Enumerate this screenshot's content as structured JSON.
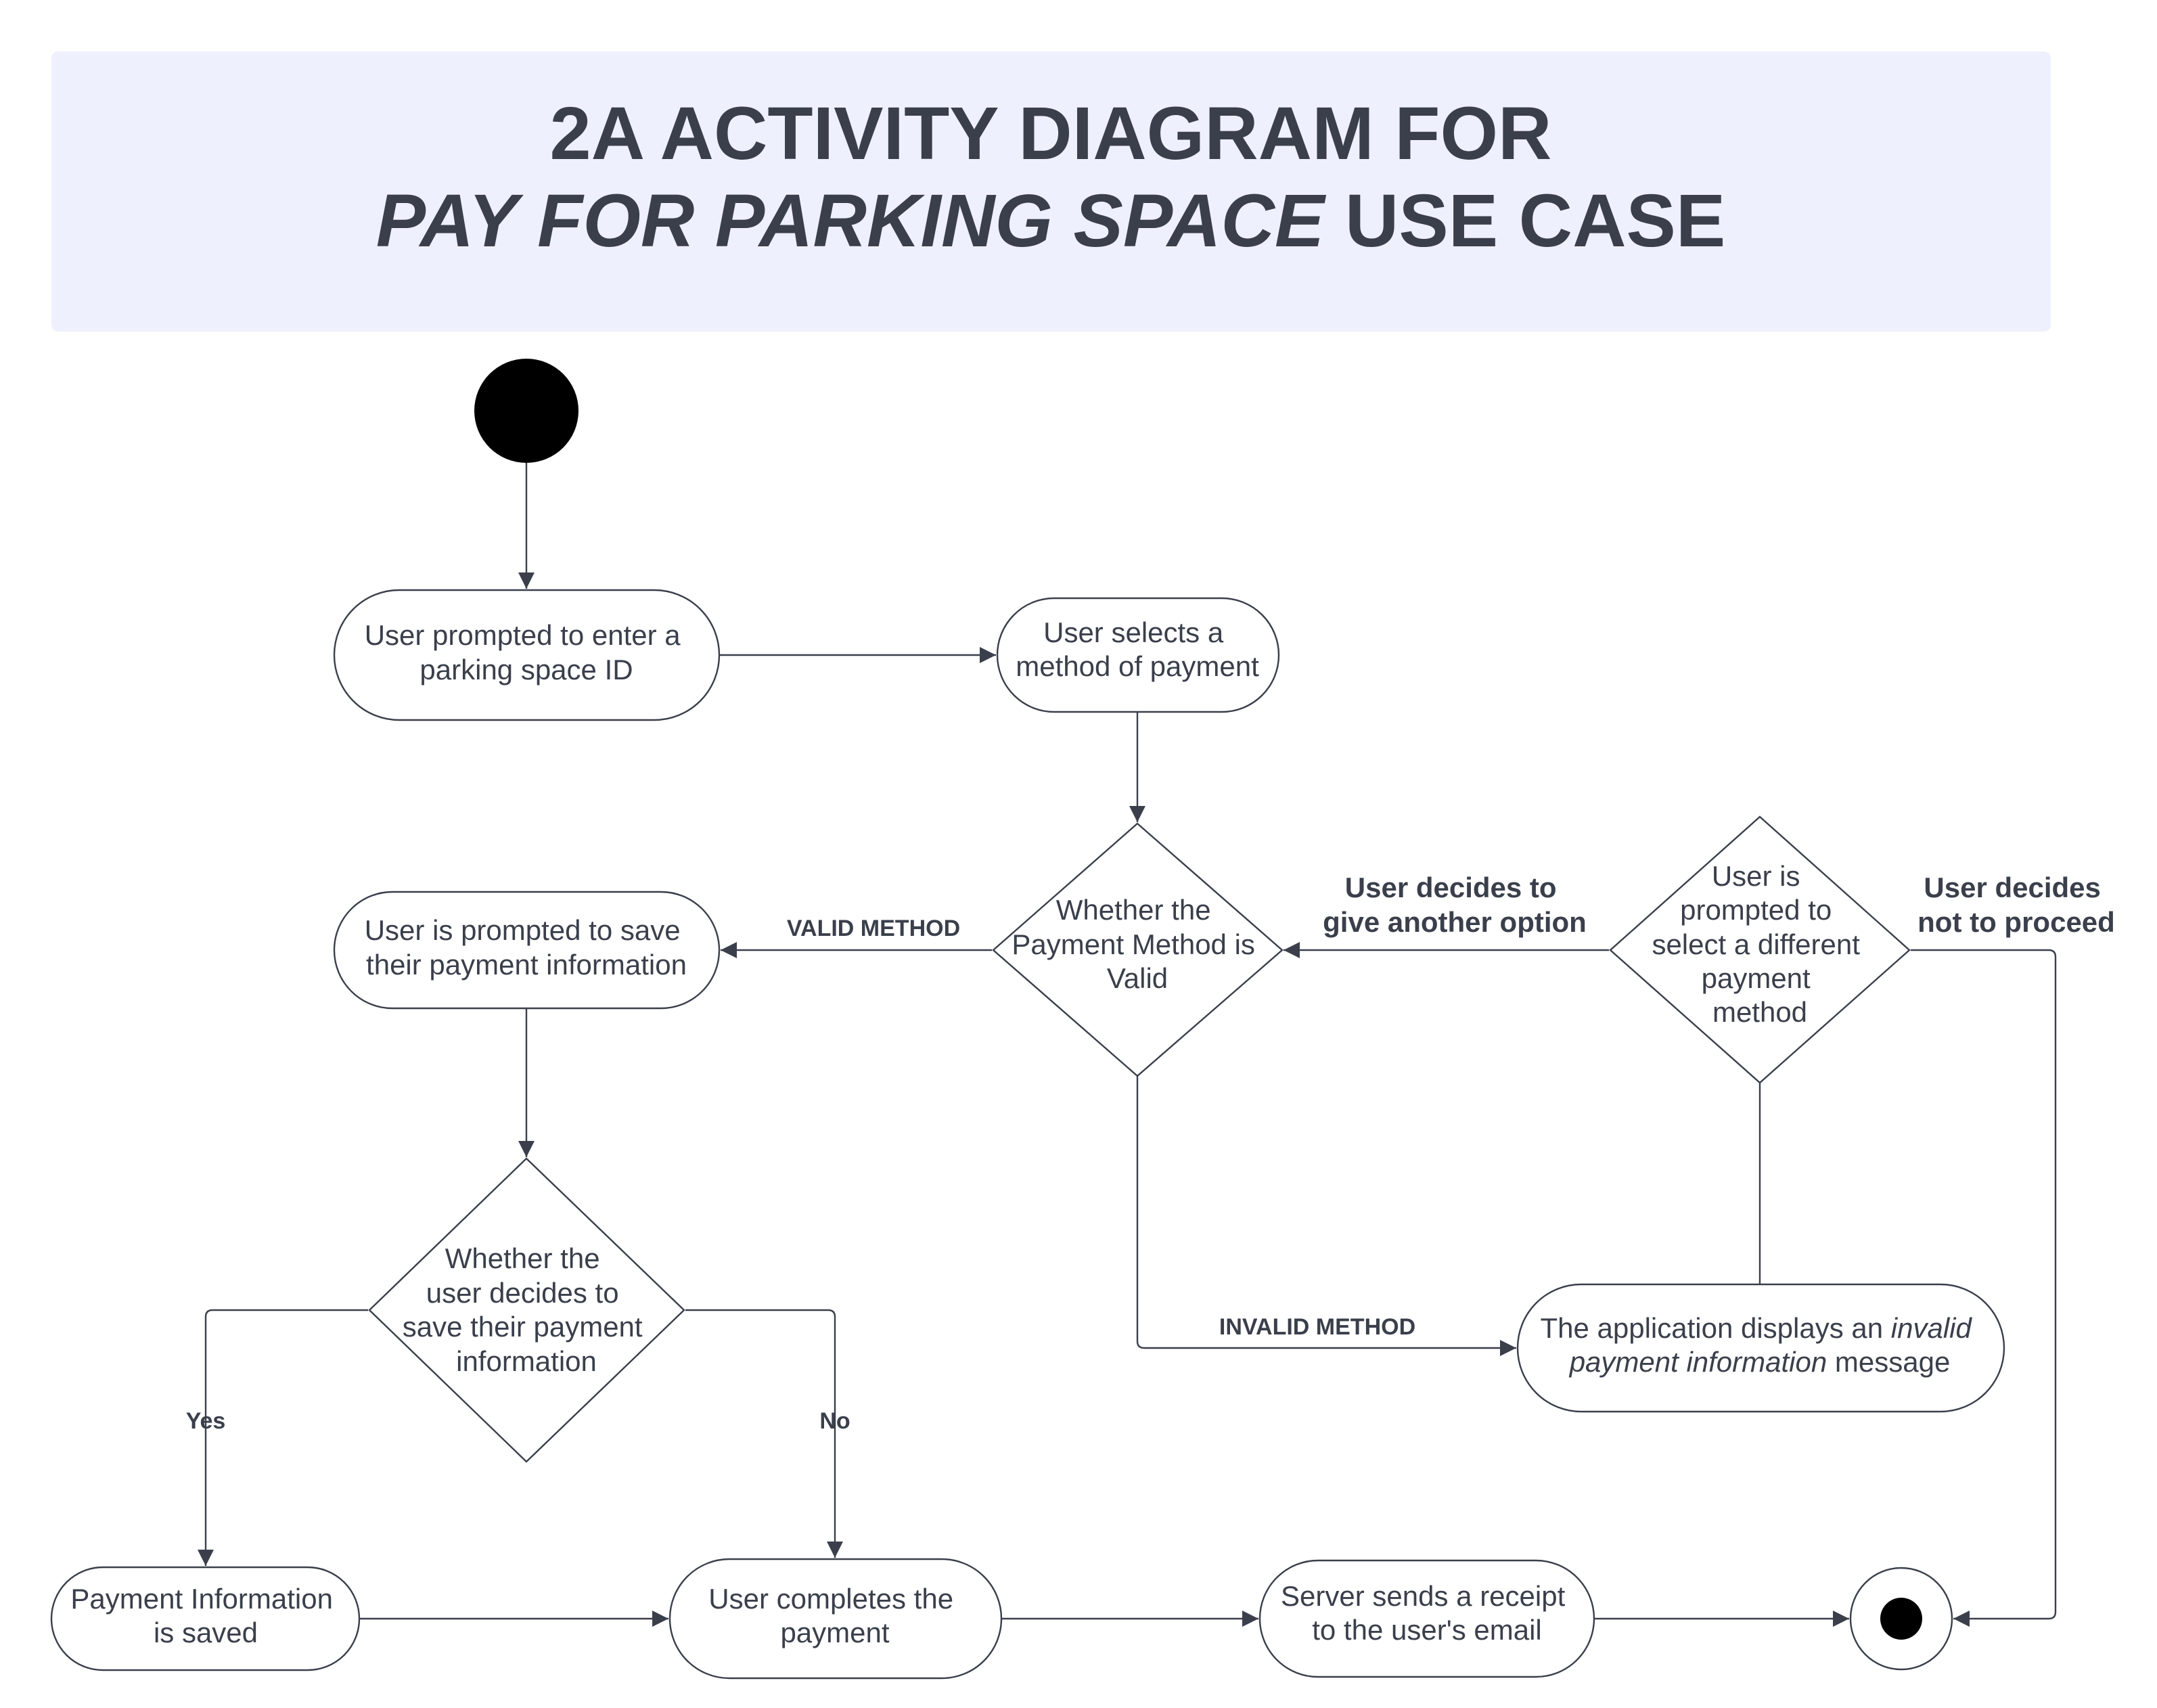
{
  "title": {
    "line1": "2A ACTIVITY DIAGRAM FOR",
    "line2_italic": "PAY FOR PARKING SPACE",
    "line2_rest": " USE CASE"
  },
  "nodes": {
    "enter_id": [
      "User prompted to enter a",
      "parking space ID"
    ],
    "select_method": [
      "User selects a",
      "method of payment"
    ],
    "method_valid": [
      "Whether the",
      "Payment Method is",
      "Valid"
    ],
    "prompt_different": [
      "User is",
      "prompted to",
      "select a different",
      "payment",
      "method"
    ],
    "prompt_save": [
      "User is prompted to save",
      "their payment information"
    ],
    "decide_save": [
      "Whether the",
      "user decides to",
      "save their payment",
      "information"
    ],
    "invalid_message": {
      "line1_plain": "The application displays an ",
      "line1_italic": "invalid",
      "line2_italic": "payment information",
      "line2_plain": " message"
    },
    "info_saved": [
      "Payment Information",
      "is saved"
    ],
    "completes_payment": [
      "User completes the",
      "payment"
    ],
    "send_receipt": [
      "Server sends a receipt",
      "to the user's email"
    ]
  },
  "edge_labels": {
    "valid_method": "VALID METHOD",
    "invalid_method": "INVALID METHOD",
    "another_option": [
      "User decides to",
      "give another option"
    ],
    "not_proceed": [
      "User decides",
      "not to proceed"
    ],
    "yes": "Yes",
    "no": "No"
  },
  "colors": {
    "title_bg": "#eff0fd",
    "ink": "#3a3f4b",
    "node_fill": "#ffffff",
    "start_fill": "#000000"
  }
}
